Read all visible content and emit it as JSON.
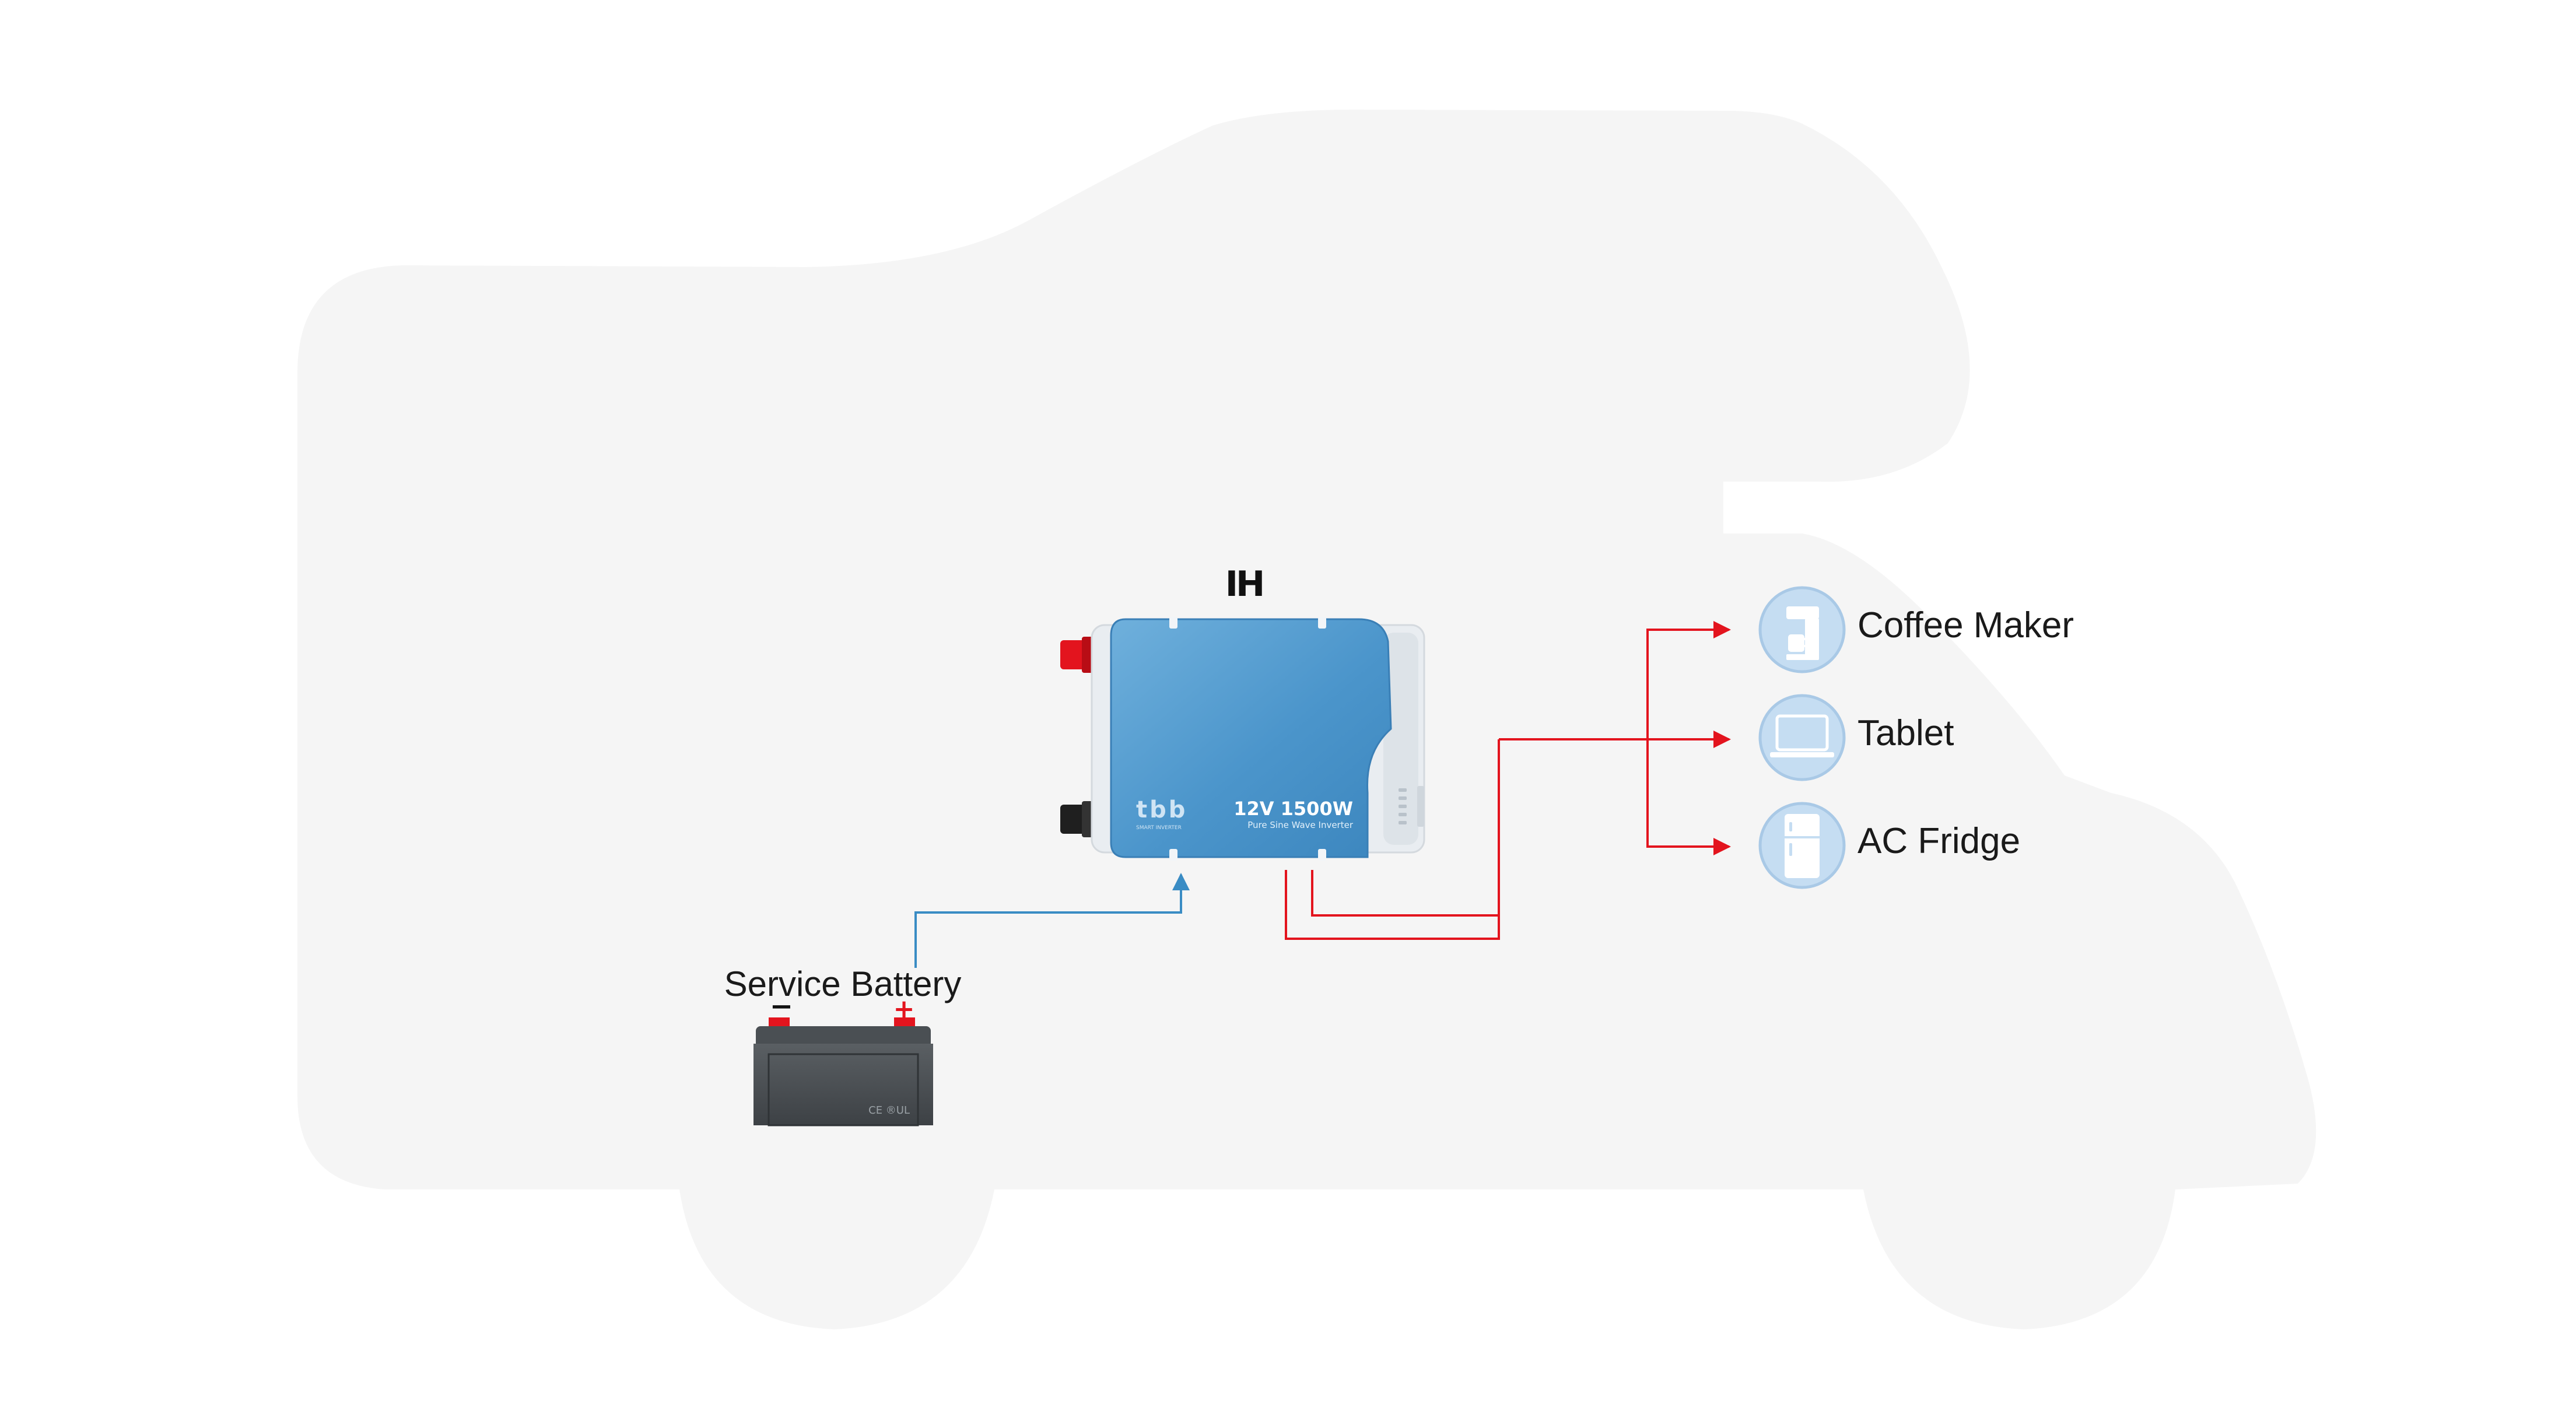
{
  "inverter": {
    "logo_text": "IH",
    "brand_text": "tbb",
    "brand_tagline": "SMART INVERTER",
    "model": "12V 1500W",
    "subtitle": "Pure Sine Wave Inverter"
  },
  "battery": {
    "label": "Service Battery",
    "negative_symbol": "−",
    "positive_symbol": "+",
    "cert_text": "CE ®UL"
  },
  "loads": [
    {
      "label": "Coffee Maker",
      "icon": "coffee-maker-icon"
    },
    {
      "label": "Tablet",
      "icon": "tablet-icon"
    },
    {
      "label": "AC Fridge",
      "icon": "fridge-icon"
    }
  ],
  "colors": {
    "vehicle_silhouette": "#f5f5f5",
    "dc_wire": "#3a8cc4",
    "ac_wire": "#e3141e",
    "inverter_body": "#4f97cc",
    "icon_circle": "#c5ddf2"
  }
}
